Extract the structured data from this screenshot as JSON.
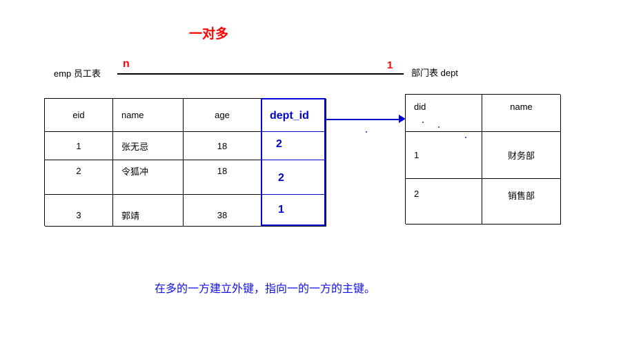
{
  "diagram": {
    "title": "一对多",
    "caption": "在多的一方建立外键，指向一的一方的主键。"
  },
  "relationship": {
    "left_label": "emp 员工表",
    "right_label": "部门表  dept",
    "left_cardinality": "n",
    "right_cardinality": "1"
  },
  "emp_table": {
    "name": "emp",
    "columns": [
      "eid",
      "name",
      "age",
      "dept_id"
    ],
    "rows": [
      {
        "eid": "1",
        "name": "张无忌",
        "age": "18",
        "dept_id": "2"
      },
      {
        "eid": "2",
        "name": "令狐冲",
        "age": "18",
        "dept_id": "2"
      },
      {
        "eid": "3",
        "name": "郭靖",
        "age": "38",
        "dept_id": "1"
      }
    ]
  },
  "dept_table": {
    "name": "dept",
    "columns": [
      "did",
      "name"
    ],
    "rows": [
      {
        "did": "1",
        "name": "财务部"
      },
      {
        "did": "2",
        "name": "销售部"
      }
    ]
  },
  "colors": {
    "title_red": "#ff0000",
    "foreign_key_blue": "#0000d0",
    "caption_blue": "#1111ee",
    "table_border": "#000000"
  }
}
